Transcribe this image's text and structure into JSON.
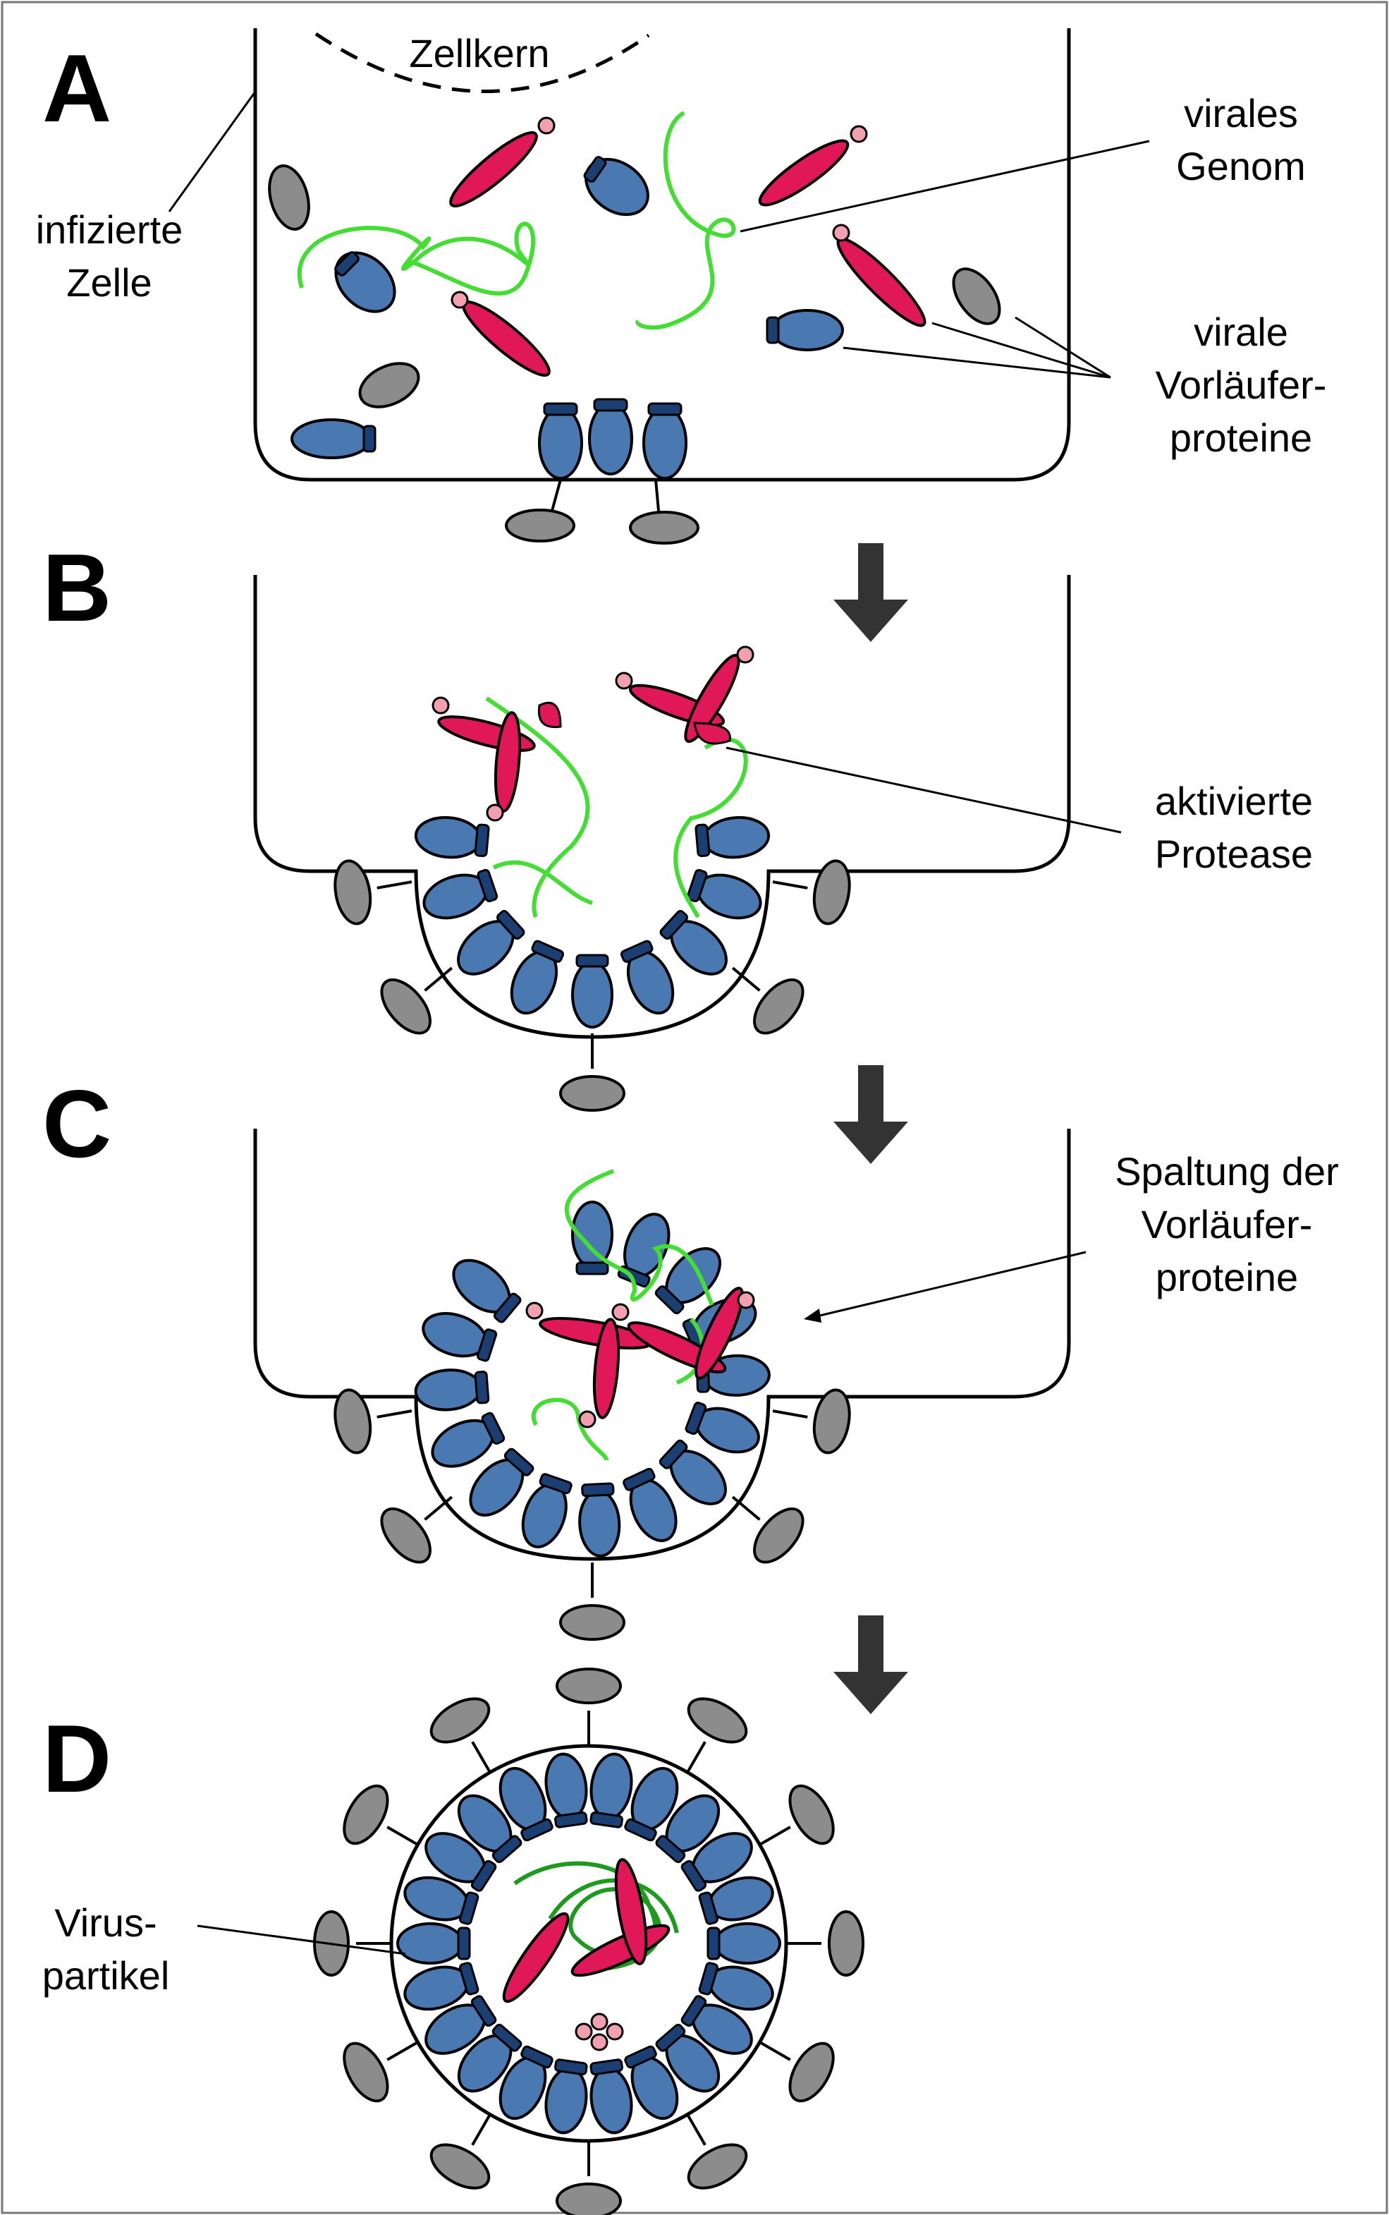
{
  "panels": {
    "a": "A",
    "b": "B",
    "c": "C",
    "d": "D"
  },
  "labels": {
    "nucleus": "Zellkern",
    "infected_cell": [
      "infizierte",
      "Zelle"
    ],
    "viral_genome": [
      "virales",
      "Genom"
    ],
    "precursor_proteins": [
      "virale",
      "Vorläufer-",
      "proteine"
    ],
    "activated_protease": [
      "aktivierte",
      "Protease"
    ],
    "cleavage": [
      "Spaltung der",
      "Vorläufer-",
      "proteine"
    ],
    "virus_particle": [
      "Virus-",
      "partikel"
    ]
  },
  "colors": {
    "capsid_fill": "#4a78b0",
    "capsid_cap": "#1c3f73",
    "protease_fill": "#e0185a",
    "protease_head": "#f2a0b0",
    "glycoprotein_fill": "#8c8c8c",
    "genome_green": "#44dd33",
    "genome_dark_green": "#1e9a1e",
    "arrow": "#333333"
  }
}
